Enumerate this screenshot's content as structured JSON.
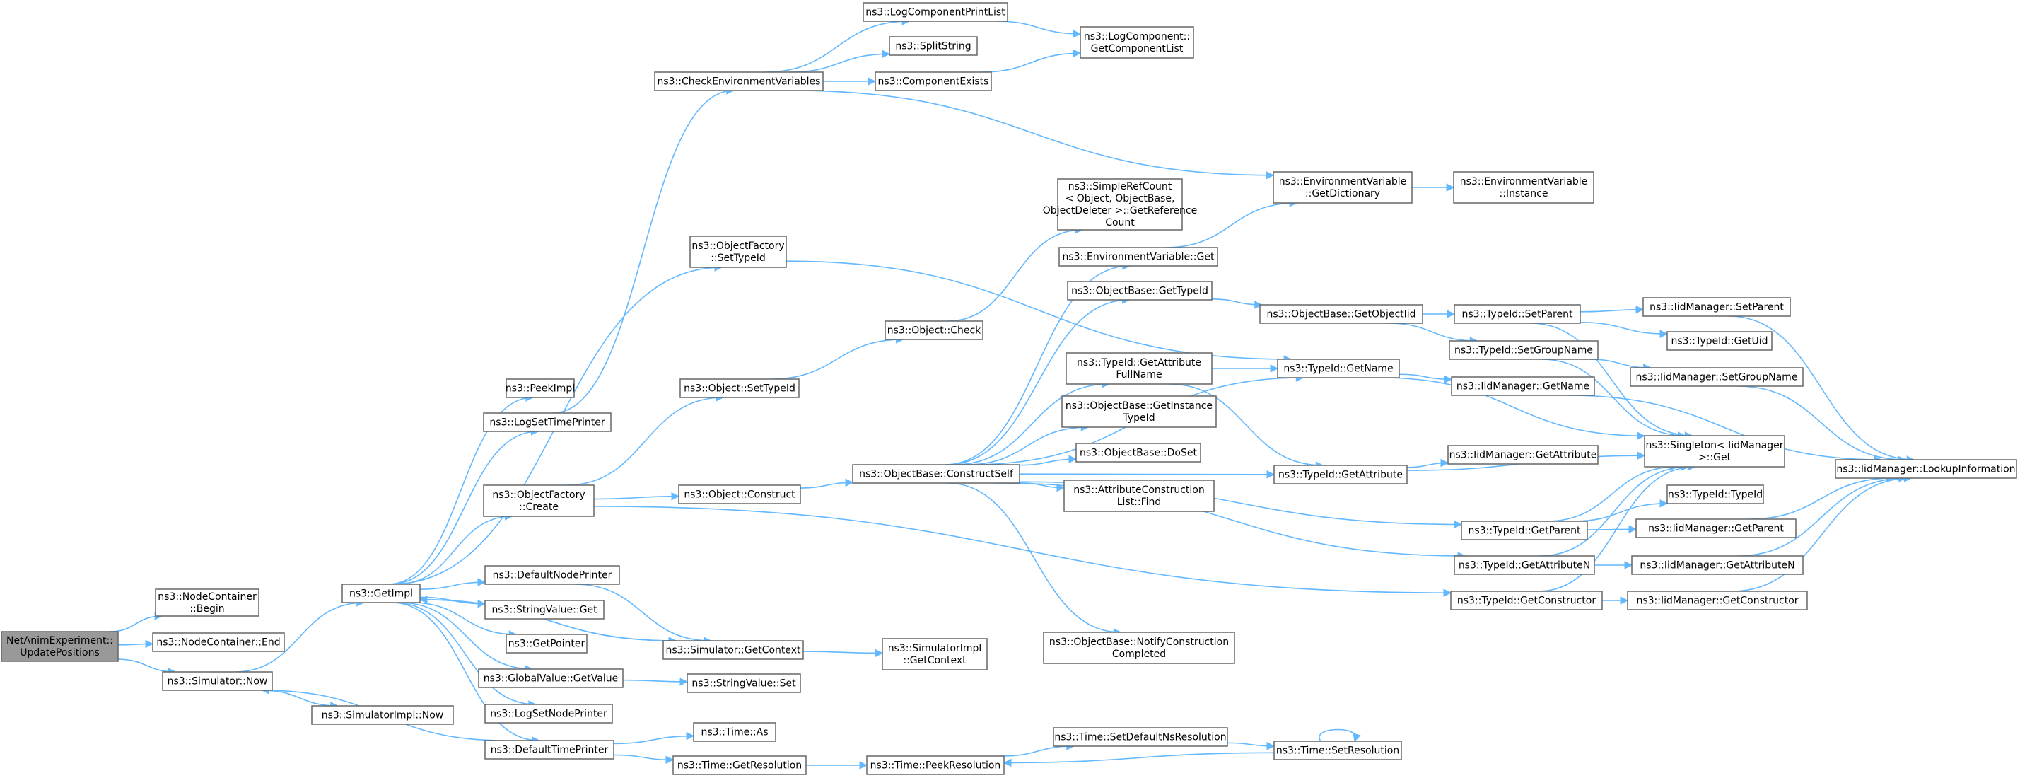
{
  "diagram": {
    "title": "",
    "colors": {
      "edge": "#63b8ff",
      "node_border": "#666666",
      "root_fill": "#999999",
      "node_fill": "#ffffff"
    },
    "nodes": [
      {
        "id": "root",
        "lines": [
          "NetAnimExperiment::",
          "UpdatePositions"
        ]
      },
      {
        "id": "nc_begin",
        "lines": [
          "ns3::NodeContainer",
          "::Begin"
        ]
      },
      {
        "id": "nc_end",
        "lines": [
          "ns3::NodeContainer::End"
        ]
      },
      {
        "id": "sim_now",
        "lines": [
          "ns3::Simulator::Now"
        ]
      },
      {
        "id": "simimpl_now",
        "lines": [
          "ns3::SimulatorImpl::Now"
        ]
      },
      {
        "id": "getimpl",
        "lines": [
          "ns3::GetImpl"
        ]
      },
      {
        "id": "peekimpl",
        "lines": [
          "ns3::PeekImpl"
        ]
      },
      {
        "id": "logsettime",
        "lines": [
          "ns3::LogSetTimePrinter"
        ]
      },
      {
        "id": "objfac_create",
        "lines": [
          "ns3::ObjectFactory",
          "::Create"
        ]
      },
      {
        "id": "defnodeprinter",
        "lines": [
          "ns3::DefaultNodePrinter"
        ]
      },
      {
        "id": "strval_get",
        "lines": [
          "ns3::StringValue::Get"
        ]
      },
      {
        "id": "getpointer",
        "lines": [
          "ns3::GetPointer"
        ]
      },
      {
        "id": "gv_getvalue",
        "lines": [
          "ns3::GlobalValue::GetValue"
        ]
      },
      {
        "id": "logsetnode",
        "lines": [
          "ns3::LogSetNodePrinter"
        ]
      },
      {
        "id": "deftimeprinter",
        "lines": [
          "ns3::DefaultTimePrinter"
        ]
      },
      {
        "id": "checkenv",
        "lines": [
          "ns3::CheckEnvironmentVariables"
        ]
      },
      {
        "id": "logcompprint",
        "lines": [
          "ns3::LogComponentPrintList"
        ]
      },
      {
        "id": "splitstring",
        "lines": [
          "ns3::SplitString"
        ]
      },
      {
        "id": "compexists",
        "lines": [
          "ns3::ComponentExists"
        ]
      },
      {
        "id": "logcomp_getlist",
        "lines": [
          "ns3::LogComponent::",
          "GetComponentList"
        ]
      },
      {
        "id": "objfac_settypeid",
        "lines": [
          "ns3::ObjectFactory",
          "::SetTypeId"
        ]
      },
      {
        "id": "obj_settypeid",
        "lines": [
          "ns3::Object::SetTypeId"
        ]
      },
      {
        "id": "obj_construct",
        "lines": [
          "ns3::Object::Construct"
        ]
      },
      {
        "id": "obj_check",
        "lines": [
          "ns3::Object::Check"
        ]
      },
      {
        "id": "simplerefcount",
        "lines": [
          "ns3::SimpleRefCount",
          "< Object, ObjectBase,",
          "ObjectDeleter >::GetReference",
          "Count"
        ]
      },
      {
        "id": "sim_getcontext",
        "lines": [
          "ns3::Simulator::GetContext"
        ]
      },
      {
        "id": "simimpl_getcontext",
        "lines": [
          "ns3::SimulatorImpl",
          "::GetContext"
        ]
      },
      {
        "id": "strval_set",
        "lines": [
          "ns3::StringValue::Set"
        ]
      },
      {
        "id": "time_as",
        "lines": [
          "ns3::Time::As"
        ]
      },
      {
        "id": "time_getres",
        "lines": [
          "ns3::Time::GetResolution"
        ]
      },
      {
        "id": "time_peekres",
        "lines": [
          "ns3::Time::PeekResolution"
        ]
      },
      {
        "id": "time_setdefns",
        "lines": [
          "ns3::Time::SetDefaultNsResolution"
        ]
      },
      {
        "id": "time_setres",
        "lines": [
          "ns3::Time::SetResolution"
        ]
      },
      {
        "id": "ob_constructself",
        "lines": [
          "ns3::ObjectBase::ConstructSelf"
        ]
      },
      {
        "id": "envvar_get",
        "lines": [
          "ns3::EnvironmentVariable::Get"
        ]
      },
      {
        "id": "ob_gettypeid",
        "lines": [
          "ns3::ObjectBase::GetTypeId"
        ]
      },
      {
        "id": "tid_getattrfull",
        "lines": [
          "ns3::TypeId::GetAttribute",
          "FullName"
        ]
      },
      {
        "id": "ob_getinsttypeid",
        "lines": [
          "ns3::ObjectBase::GetInstance",
          "TypeId"
        ]
      },
      {
        "id": "ob_doset",
        "lines": [
          "ns3::ObjectBase::DoSet"
        ]
      },
      {
        "id": "attrconst_find",
        "lines": [
          "ns3::AttributeConstruction",
          "List::Find"
        ]
      },
      {
        "id": "ob_notify",
        "lines": [
          "ns3::ObjectBase::NotifyConstruction",
          "Completed"
        ]
      },
      {
        "id": "envvar_getdict",
        "lines": [
          "ns3::EnvironmentVariable",
          "::GetDictionary"
        ]
      },
      {
        "id": "envvar_instance",
        "lines": [
          "ns3::EnvironmentVariable",
          "::Instance"
        ]
      },
      {
        "id": "ob_getobjtid",
        "lines": [
          "ns3::ObjectBase::GetObjectIid"
        ]
      },
      {
        "id": "tid_getname",
        "lines": [
          "ns3::TypeId::GetName"
        ]
      },
      {
        "id": "tid_getattribute",
        "lines": [
          "ns3::TypeId::GetAttribute"
        ]
      },
      {
        "id": "tid_setparent",
        "lines": [
          "ns3::TypeId::SetParent"
        ]
      },
      {
        "id": "tid_setgroupname",
        "lines": [
          "ns3::TypeId::SetGroupName"
        ]
      },
      {
        "id": "iid_getname",
        "lines": [
          "ns3::IidManager::GetName"
        ]
      },
      {
        "id": "iid_getattribute",
        "lines": [
          "ns3::IidManager::GetAttribute"
        ]
      },
      {
        "id": "tid_getparent",
        "lines": [
          "ns3::TypeId::GetParent"
        ]
      },
      {
        "id": "tid_getattributen",
        "lines": [
          "ns3::TypeId::GetAttributeN"
        ]
      },
      {
        "id": "tid_getconstructor",
        "lines": [
          "ns3::TypeId::GetConstructor"
        ]
      },
      {
        "id": "iid_setparent",
        "lines": [
          "ns3::IidManager::SetParent"
        ]
      },
      {
        "id": "tid_getuid",
        "lines": [
          "ns3::TypeId::GetUid"
        ]
      },
      {
        "id": "iid_setgroupname",
        "lines": [
          "ns3::IidManager::SetGroupName"
        ]
      },
      {
        "id": "singleton_get",
        "lines": [
          "ns3::Singleton< IidManager",
          " >::Get"
        ]
      },
      {
        "id": "tid_typeid",
        "lines": [
          "ns3::TypeId::TypeId"
        ]
      },
      {
        "id": "iid_getparent",
        "lines": [
          "ns3::IidManager::GetParent"
        ]
      },
      {
        "id": "iid_getattributen",
        "lines": [
          "ns3::IidManager::GetAttributeN"
        ]
      },
      {
        "id": "iid_getconstructor",
        "lines": [
          "ns3::IidManager::GetConstructor"
        ]
      },
      {
        "id": "iid_lookup",
        "lines": [
          "ns3::IidManager::LookupInformation"
        ]
      }
    ],
    "edges": [
      [
        "root",
        "nc_begin"
      ],
      [
        "root",
        "nc_end"
      ],
      [
        "root",
        "sim_now"
      ],
      [
        "sim_now",
        "getimpl"
      ],
      [
        "sim_now",
        "simimpl_now"
      ],
      [
        "getimpl",
        "peekimpl"
      ],
      [
        "getimpl",
        "logsettime"
      ],
      [
        "getimpl",
        "objfac_create"
      ],
      [
        "getimpl",
        "defnodeprinter"
      ],
      [
        "getimpl",
        "strval_get"
      ],
      [
        "getimpl",
        "getpointer"
      ],
      [
        "getimpl",
        "gv_getvalue"
      ],
      [
        "getimpl",
        "logsetnode"
      ],
      [
        "getimpl",
        "deftimeprinter"
      ],
      [
        "getimpl",
        "sim_getcontext"
      ],
      [
        "getimpl",
        "objfac_settypeid"
      ],
      [
        "logsettime",
        "checkenv"
      ],
      [
        "checkenv",
        "logcompprint"
      ],
      [
        "checkenv",
        "splitstring"
      ],
      [
        "checkenv",
        "compexists"
      ],
      [
        "checkenv",
        "envvar_getdict"
      ],
      [
        "logcompprint",
        "logcomp_getlist"
      ],
      [
        "compexists",
        "logcomp_getlist"
      ],
      [
        "objfac_settypeid",
        "tid_getname"
      ],
      [
        "objfac_create",
        "obj_settypeid"
      ],
      [
        "objfac_create",
        "obj_construct"
      ],
      [
        "objfac_create",
        "tid_getconstructor"
      ],
      [
        "obj_settypeid",
        "obj_check"
      ],
      [
        "obj_check",
        "simplerefcount"
      ],
      [
        "obj_construct",
        "ob_constructself"
      ],
      [
        "defnodeprinter",
        "sim_getcontext"
      ],
      [
        "sim_getcontext",
        "getimpl"
      ],
      [
        "sim_getcontext",
        "simimpl_getcontext"
      ],
      [
        "gv_getvalue",
        "strval_set"
      ],
      [
        "deftimeprinter",
        "sim_now"
      ],
      [
        "deftimeprinter",
        "time_as"
      ],
      [
        "deftimeprinter",
        "time_getres"
      ],
      [
        "time_getres",
        "time_peekres"
      ],
      [
        "time_peekres",
        "time_setdefns"
      ],
      [
        "time_setdefns",
        "time_setres"
      ],
      [
        "time_setres",
        "time_peekres"
      ],
      [
        "time_setres",
        "time_setres"
      ],
      [
        "ob_constructself",
        "envvar_get"
      ],
      [
        "ob_constructself",
        "ob_gettypeid"
      ],
      [
        "ob_constructself",
        "tid_getattrfull"
      ],
      [
        "ob_constructself",
        "ob_getinsttypeid"
      ],
      [
        "ob_constructself",
        "ob_doset"
      ],
      [
        "ob_constructself",
        "attrconst_find"
      ],
      [
        "ob_constructself",
        "ob_notify"
      ],
      [
        "ob_constructself",
        "tid_getname"
      ],
      [
        "ob_constructself",
        "tid_getattribute"
      ],
      [
        "ob_constructself",
        "tid_getparent"
      ],
      [
        "ob_constructself",
        "tid_getattributen"
      ],
      [
        "envvar_get",
        "envvar_getdict"
      ],
      [
        "envvar_getdict",
        "envvar_instance"
      ],
      [
        "ob_gettypeid",
        "ob_getobjtid"
      ],
      [
        "ob_getobjtid",
        "tid_setparent"
      ],
      [
        "ob_getobjtid",
        "tid_setgroupname"
      ],
      [
        "tid_getattrfull",
        "tid_getname"
      ],
      [
        "tid_getattrfull",
        "tid_getattribute"
      ],
      [
        "tid_getname",
        "iid_getname"
      ],
      [
        "tid_getname",
        "singleton_get"
      ],
      [
        "tid_getattribute",
        "iid_getattribute"
      ],
      [
        "tid_getattribute",
        "singleton_get"
      ],
      [
        "tid_setparent",
        "iid_setparent"
      ],
      [
        "tid_setparent",
        "tid_getuid"
      ],
      [
        "tid_setparent",
        "singleton_get"
      ],
      [
        "tid_setgroupname",
        "iid_setgroupname"
      ],
      [
        "tid_setgroupname",
        "singleton_get"
      ],
      [
        "iid_getname",
        "iid_lookup"
      ],
      [
        "tid_getparent",
        "tid_typeid"
      ],
      [
        "tid_getparent",
        "iid_getparent"
      ],
      [
        "tid_getparent",
        "singleton_get"
      ],
      [
        "tid_getattributen",
        "iid_getattributen"
      ],
      [
        "tid_getattributen",
        "singleton_get"
      ],
      [
        "tid_getconstructor",
        "iid_getconstructor"
      ],
      [
        "tid_getconstructor",
        "singleton_get"
      ],
      [
        "iid_setparent",
        "iid_lookup"
      ],
      [
        "iid_setgroupname",
        "iid_lookup"
      ],
      [
        "iid_getparent",
        "iid_lookup"
      ],
      [
        "iid_getattributen",
        "iid_lookup"
      ],
      [
        "iid_getconstructor",
        "iid_lookup"
      ]
    ]
  }
}
